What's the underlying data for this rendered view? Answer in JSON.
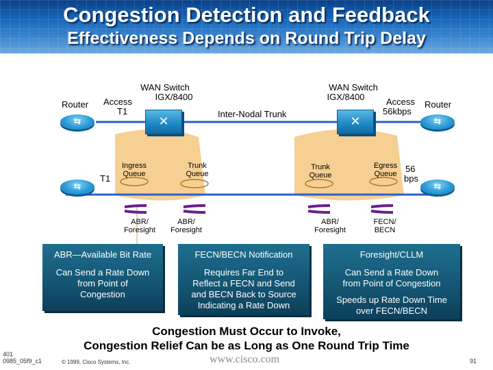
{
  "slide": {
    "title_line1": "Congestion Detection and  Feedback",
    "title_line2": "Effectiveness Depends on Round Trip Delay"
  },
  "diagram": {
    "router_left_label": "Router",
    "router_right_label": "Router",
    "wan_switch_left": [
      "WAN Switch",
      "IGX/8400"
    ],
    "wan_switch_right": [
      "WAN Switch",
      "IGX/8400"
    ],
    "access_left": [
      "Access",
      "T1"
    ],
    "access_right": [
      "Access",
      "56kbps"
    ],
    "inter_nodal_trunk": "Inter-Nodal Trunk",
    "t1_label": "T1",
    "speed_56_line1": "56",
    "speed_56_line2": "bps",
    "queues": {
      "ingress": [
        "Ingress",
        "Queue"
      ],
      "trunk_left": [
        "Trunk",
        "Queue"
      ],
      "trunk_right": [
        "Trunk",
        "Queue"
      ],
      "egress": [
        "Egress",
        "Queue"
      ]
    },
    "feedback_labels": {
      "abr_foresight_1": [
        "ABR/",
        "Foresight"
      ],
      "abr_foresight_2": [
        "ABR/",
        "Foresight"
      ],
      "abr_foresight_3": [
        "ABR/",
        "Foresight"
      ],
      "fecn_becn": [
        "FECN/",
        "BECN"
      ]
    },
    "colors": {
      "link_blue": "#2a5fd0",
      "queue_orange": "#f4c77f",
      "feedback_purple": "#6a1f8c",
      "router_blue": "#2b9ad6"
    }
  },
  "columns": [
    {
      "header": "ABR—Available Bit Rate",
      "body": [
        "Can Send a Rate Down",
        "from Point of",
        "Congestion"
      ]
    },
    {
      "header": "FECN/BECN Notification",
      "body": [
        "Requires Far End to",
        "Reflect a FECN and Send",
        "and BECN Back to Source",
        "Indicating a Rate Down"
      ]
    },
    {
      "header": "Foresight/CLLM",
      "body": [
        "Can Send a Rate Down",
        "from Point of Congestion"
      ],
      "body2": [
        "Speeds up Rate Down Time",
        "over FECN/BECN"
      ]
    }
  ],
  "conclusion": {
    "line1": "Congestion Must Occur to Invoke,",
    "line2": "Congestion Relief Can be as Long as One Round Trip Time"
  },
  "footer": {
    "code_line1": "401",
    "code_line2": "0985_05f9_c1",
    "copyright": "© 1999, Cisco Systems, Inc.",
    "url": "www.cisco.com",
    "page_number": "91"
  }
}
